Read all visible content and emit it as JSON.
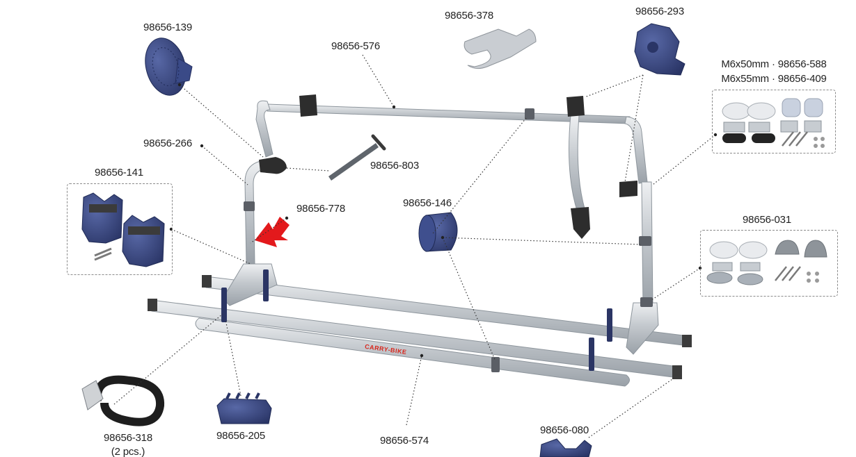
{
  "parts": {
    "p139": "98656-139",
    "p378": "98656-378",
    "p293": "98656-293",
    "p576": "98656-576",
    "p266": "98656-266",
    "p803": "98656-803",
    "p141": "98656-141",
    "p778": "98656-778",
    "p146": "98656-146",
    "p031": "98656-031",
    "p318": "98656-318",
    "p318_qty": "(2 pcs.)",
    "p205": "98656-205",
    "p574": "98656-574",
    "p080": "98656-080",
    "m6x50": "M6x50mm · 98656-588",
    "m6x55": "M6x55mm · 98656-409"
  },
  "brand_text": "CARRY-BIKE",
  "colors": {
    "navy": "#3a4a87",
    "aluminium": "#c7ccd1",
    "arrow_red": "#e3191c"
  }
}
